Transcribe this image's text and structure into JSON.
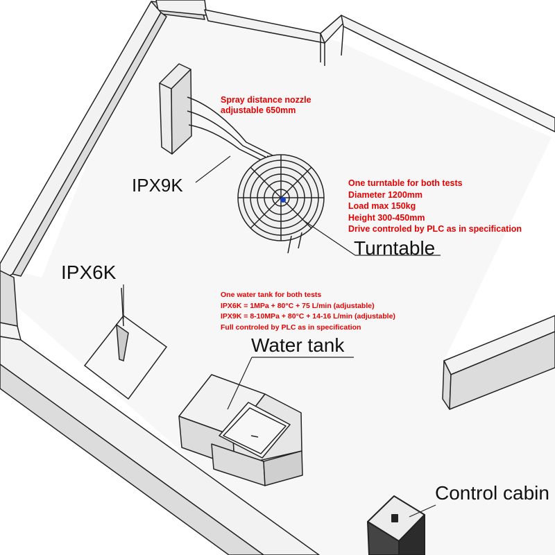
{
  "labels": {
    "ipx9k": "IPX9K",
    "turntable": "Turntable",
    "ipx6k": "IPX6K",
    "water_tank": "Water tank",
    "control_cabinet": "Control cabin"
  },
  "annotations": {
    "spray_distance": [
      "Spray distance nozzle",
      " adjustable 650mm"
    ],
    "turntable_spec": [
      "One turntable for both tests",
      "Diameter 1200mm",
      "Load max 150kg",
      "Height 300-450mm",
      "Drive controled by PLC as in specification"
    ],
    "water_tank_spec": [
      "One water tank for both tests",
      "IPX6K = 1MPa + 80°C + 75 L/min (adjustable)",
      "IPX9K = 8-10MPa + 80°C + 14-16 L/min (adjustable)",
      "Full controled by PLC as in specification"
    ]
  },
  "colors": {
    "annotation_text": "#e60000",
    "line": "#222222",
    "wall_top": "#f2f2f2",
    "wall_face": "#dcdcdc",
    "floor": "#f7f7f7"
  }
}
